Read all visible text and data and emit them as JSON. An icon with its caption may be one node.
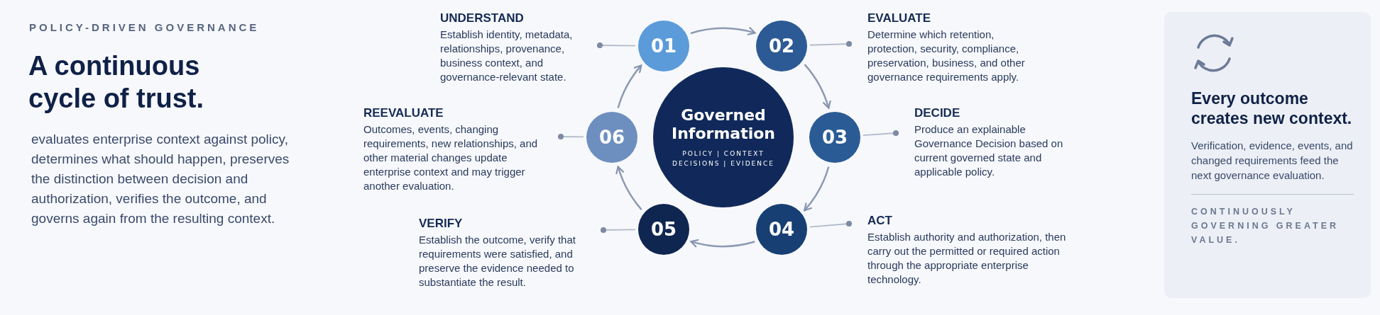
{
  "diagram": {
    "title": "A continuous cycle of trust.",
    "nodes": [
      {
        "text": [
          "UNDERSTAND",
          "Establish identity, metadata, relationships, provenance, business context, and governance-relevant state."
        ]
      },
      {
        "text": [
          "01"
        ]
      },
      {
        "text": [
          "02"
        ]
      },
      {
        "text": [
          "EVALUATE",
          "Determine which retention, protection, security, compliance, preservation, business, and other governance requirements apply."
        ]
      },
      {
        "text": [
          "REEVALUATE",
          "Outcomes, events, changing requirements, new relationships, and other material changes update enterprise context and may trigger another evaluation."
        ]
      },
      {
        "text": [
          "06"
        ]
      },
      {
        "text": [
          "Governed Information",
          "POLICY | CONTEXT DECISIONS | EVIDENCE"
        ]
      },
      {
        "text": [
          "03"
        ]
      },
      {
        "text": [
          "DECIDE",
          "Produce an explainable Governance Decision based on current governed state and applicable policy."
        ]
      },
      {
        "text": [
          "VERIFY",
          "Establish the outcome, verify that requirements were satisfied, and preserve the evidence needed to substantiate the result."
        ]
      },
      {
        "text": [
          "05"
        ]
      },
      {
        "text": [
          "04"
        ]
      },
      {
        "text": [
          "ACT",
          "Establish authority and authorization, then carry out the permitted or required action through the appropriate enterprise technology."
        ]
      },
      {
        "text": [
          "Every outcome creates new context.",
          "Verification, evidence, events, and changed requirements feed the next governance evaluation.",
          "CONTINUOUSLY GOVERNING GREATER VALUE."
        ]
      }
    ],
    "edges": [
      {
        "from": 1,
        "to": 2,
        "arrow": "to"
      },
      {
        "from": 2,
        "to": 7,
        "arrow": "to"
      },
      {
        "from": 7,
        "to": 11,
        "arrow": "to"
      },
      {
        "from": 11,
        "to": 10,
        "arrow": "to"
      },
      {
        "from": 10,
        "to": 5,
        "arrow": "to"
      },
      {
        "from": 5,
        "to": 1,
        "arrow": "to"
      },
      {
        "from": 1,
        "to": 0,
        "arrow": "other"
      },
      {
        "from": 2,
        "to": 3,
        "arrow": "other"
      },
      {
        "from": 5,
        "to": 4,
        "arrow": "other"
      },
      {
        "from": 7,
        "to": 8,
        "arrow": "other"
      },
      {
        "from": 10,
        "to": 9,
        "arrow": "other"
      },
      {
        "from": 11,
        "to": 12,
        "arrow": "other"
      }
    ],
    "labels": [
      "POLICY-DRIVEN GOVERNANCE",
      "evaluates enterprise context against policy, determines what should happen, preserves the distinction between decision and authorization, verifies the outcome, and governs again from the resulting context."
    ]
  }
}
